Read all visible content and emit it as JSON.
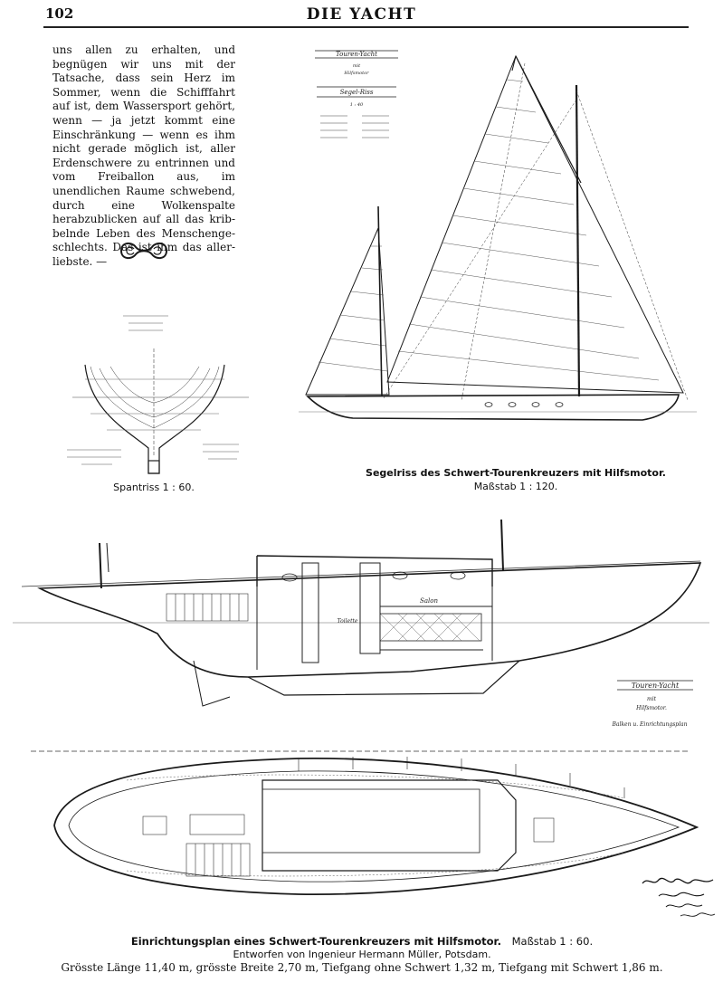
{
  "header": {
    "page_number": "102",
    "running_title": "DIE YACHT"
  },
  "body_text": "uns allen zu erhalten, und begnügen wir uns mit der Tatsache, dass sein Herz im Sommer, wenn die Schiff­fahrt auf ist, dem Wassersport ge­hört, wenn — ja jetzt kommt eine Einschränkung — wenn es ihm nicht gerade möglich ist, aller Erden­schwere zu entrinnen und vom Frei­ballon aus, im unendlichen Raume schwebend, durch eine Wolkenspalte herabzublicken auf all das krib­belnde Leben des Menschenge­schlechts. Das ist ihm das aller­liebste. —",
  "sail_plan": {
    "caption_title": "Segelriss des Schwert-Tourenkreuzers mit Hilfsmotor.",
    "caption_scale": "Maßstab 1 : 120."
  },
  "frame_plan": {
    "caption": "Spantriss 1 : 60."
  },
  "layout_plan": {
    "caption_title": "Einrichtungsplan eines Schwert-Tourenkreuzers mit Hilfsmotor.",
    "caption_scale": "Maßstab 1 : 60.",
    "designer": "Entworfen von Ingenieur Hermann Müller, Potsdam.",
    "dimensions": "Grösste Länge 11,40 m, grösste Breite 2,70 m, Tiefgang ohne Schwert 1,32 m, Tiefgang mit Schwert 1,86 m."
  },
  "drawing_labels": {
    "sail_box_1": "Touren-Yacht",
    "sail_box_2": "mit",
    "sail_box_3": "Hilfsmotor",
    "sail_box_4": "Segel-Riss",
    "sail_box_5": "1 : 40",
    "section_box_1": "Touren-Yacht",
    "section_box_2": "mit",
    "section_box_3": "Hilfsmotor.",
    "section_box_4": "Balken u. Einrichtungsplan",
    "interior_salon": "Salon",
    "interior_toilette": "Toilette"
  }
}
